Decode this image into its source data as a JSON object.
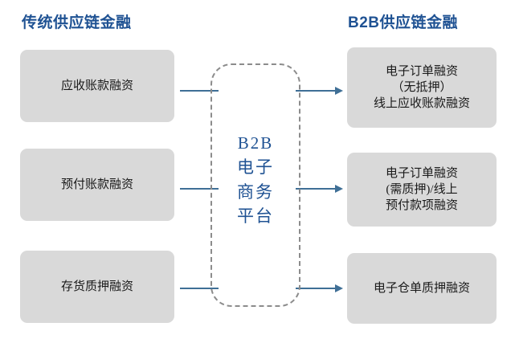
{
  "diagram": {
    "headings": {
      "left": "传统供应链金融",
      "right": "B2B供应链金融"
    },
    "colors": {
      "heading": "#1f5293",
      "box_fill": "#d9d9d9",
      "box_text": "#1a1a1a",
      "platform_border": "#8c8c8c",
      "platform_text": "#1f5293",
      "connector": "#3f6f96",
      "background": "#ffffff"
    },
    "left_boxes": [
      {
        "text": "应收账款融资"
      },
      {
        "text": "预付账款融资"
      },
      {
        "text": "存货质押融资"
      }
    ],
    "platform": {
      "lines": [
        "B2B",
        "电子",
        "商务",
        "平台"
      ],
      "style": "dashed-rounded-rectangle"
    },
    "right_boxes": [
      {
        "lines": [
          "电子订单融资",
          "（无抵押）",
          "线上应收账款融资"
        ]
      },
      {
        "lines": [
          "电子订单融资",
          "(需质押)/线上",
          "预付款项融资"
        ]
      },
      {
        "lines": [
          "电子仓单质押融资"
        ]
      }
    ],
    "connectors": [
      {
        "left": "line",
        "right": "arrow"
      },
      {
        "left": "line",
        "right": "arrow"
      },
      {
        "left": "line",
        "right": "arrow"
      }
    ]
  }
}
